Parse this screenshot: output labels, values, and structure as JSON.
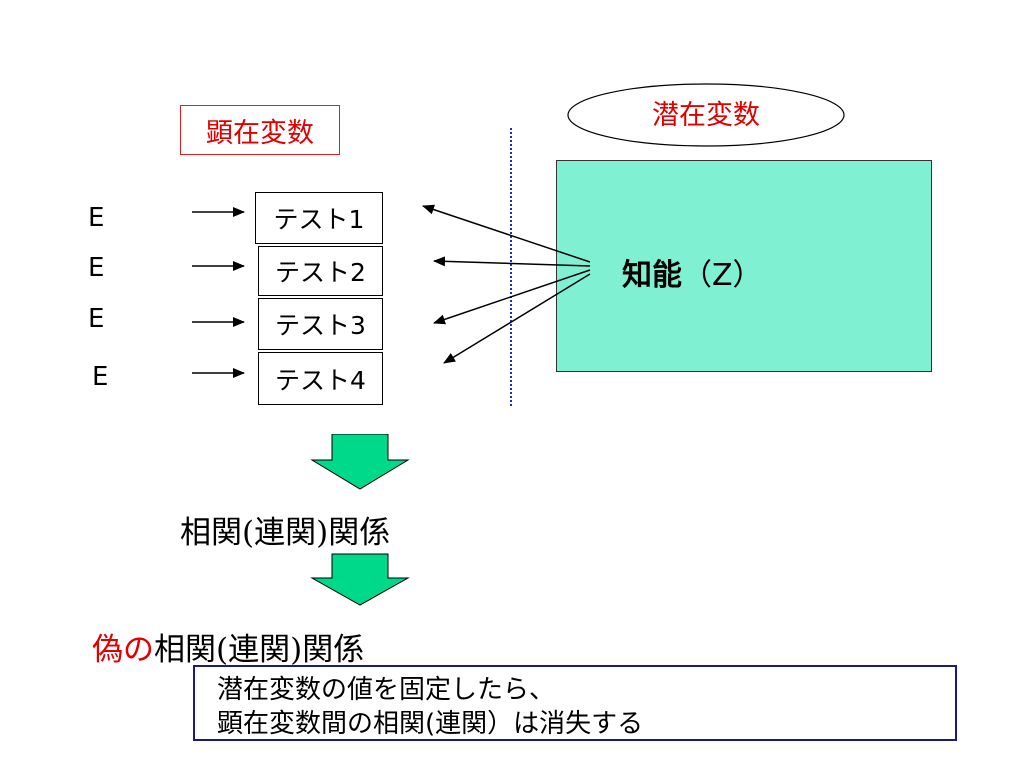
{
  "manifest_label": "顕在変数",
  "latent_label": "潜在変数",
  "latent_factor": {
    "name": "知能",
    "symbol": "（Z）"
  },
  "error_labels": [
    "E",
    "E",
    "E",
    "E"
  ],
  "tests": [
    "テスト1",
    "テスト2",
    "テスト3",
    "テスト4"
  ],
  "correlation_text": "相関(連関)関係",
  "spurious": {
    "prefix": "偽の",
    "rest": "相関(連関)関係"
  },
  "note": {
    "line1": "潜在変数の値を固定したら、",
    "line2": "顕在変数間の相関(連関）は消失する"
  },
  "colors": {
    "latent_fill": "#7ff0d2",
    "arrow_fill": "#00d88a",
    "accent_red": "#e00000",
    "divider": "#1a2bd0"
  }
}
